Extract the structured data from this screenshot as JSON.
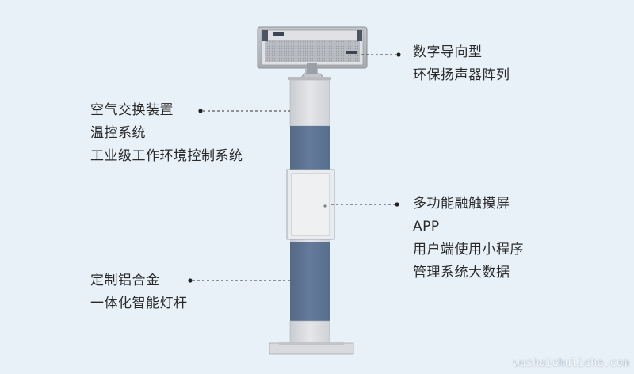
{
  "callouts": {
    "speaker": {
      "lines": [
        "数字导向型",
        "环保扬声器阵列"
      ]
    },
    "air_control": {
      "lines": [
        "空气交换装置",
        "温控系统",
        "工业级工作环境控制系统"
      ]
    },
    "touchscreen": {
      "lines": [
        "多功能融触摸屏",
        "APP",
        "用户端使用小程序",
        "管理系统大数据"
      ]
    },
    "pole": {
      "lines": [
        "定制铝合金",
        "一体化智能灯杆"
      ]
    }
  },
  "watermark": "wushuichuliche.com",
  "colors": {
    "background": "#e8f1f8",
    "pole_blue": "#5f7493",
    "pole_grey": "#d6d9dd",
    "text": "#2a2a2a",
    "leader_line": "#333333"
  }
}
